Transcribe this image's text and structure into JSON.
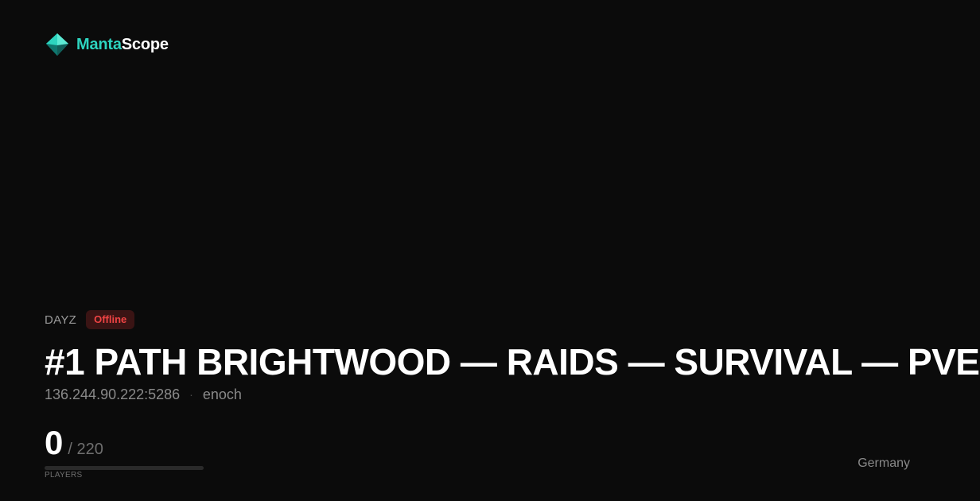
{
  "brand": {
    "name_part1": "Manta",
    "name_part2": "Scope",
    "icon": "mantascope-logo-icon",
    "accent_color": "#2dd4bf"
  },
  "server": {
    "game": "DAYZ",
    "status": "Offline",
    "status_color": "#ef4444",
    "title": "#1 PATH BRIGHTWOOD — RAIDS — SURVIVAL — PVE",
    "address": "136.244.90.222:5286",
    "separator": "·",
    "map": "enoch",
    "country": "Germany"
  },
  "players": {
    "current": "0",
    "max": "/ 220",
    "label": "PLAYERS",
    "fill_fraction": 0
  }
}
